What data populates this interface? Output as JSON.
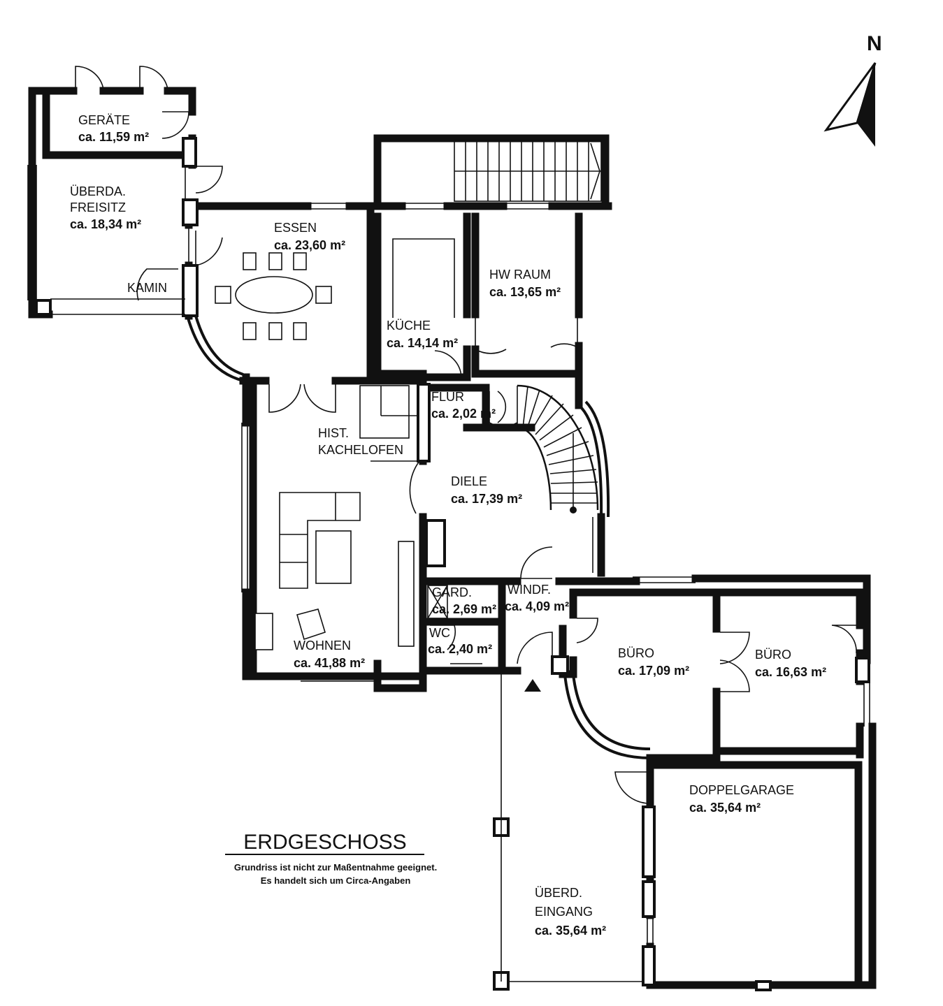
{
  "plan": {
    "title": "ERDGESCHOSS",
    "note_line1": "Grundriss ist nicht zur Maßentnahme geeignet.",
    "note_line2": "Es handelt sich um Circa-Angaben",
    "north": "N"
  },
  "rooms": {
    "geraete": {
      "name": "GERÄTE",
      "area": "ca. 11,59 m²"
    },
    "freisitz": {
      "name1": "ÜBERDA.",
      "name2": "FREISITZ",
      "area": "ca. 18,34 m²"
    },
    "kamin": {
      "name": "KAMIN"
    },
    "essen": {
      "name": "ESSEN",
      "area": "ca. 23,60 m²"
    },
    "kueche": {
      "name": "KÜCHE",
      "area": "ca. 14,14 m²"
    },
    "hwraum": {
      "name": "HW RAUM",
      "area": "ca. 13,65 m²"
    },
    "flur": {
      "name": "FLUR",
      "area": "ca. 2,02 m²"
    },
    "kachelofen": {
      "name1": "HIST.",
      "name2": "KACHELOFEN"
    },
    "diele": {
      "name": "DIELE",
      "area": "ca. 17,39 m²"
    },
    "wohnen": {
      "name": "WOHNEN",
      "area": "ca. 41,88 m²"
    },
    "gard": {
      "name": "GARD.",
      "area": "ca. 2,69 m²"
    },
    "wc": {
      "name": "WC",
      "area": "ca. 2,40 m²"
    },
    "windf": {
      "name": "WINDF.",
      "area": "ca. 4,09 m²"
    },
    "buero1": {
      "name": "BÜRO",
      "area": "ca. 17,09 m²"
    },
    "buero2": {
      "name": "BÜRO",
      "area": "ca. 16,63 m²"
    },
    "garage": {
      "name": "DOPPELGARAGE",
      "area": "ca. 35,64 m²"
    },
    "eingang": {
      "name1": "ÜBERD.",
      "name2": "EINGANG",
      "area": "ca. 35,64 m²"
    }
  }
}
